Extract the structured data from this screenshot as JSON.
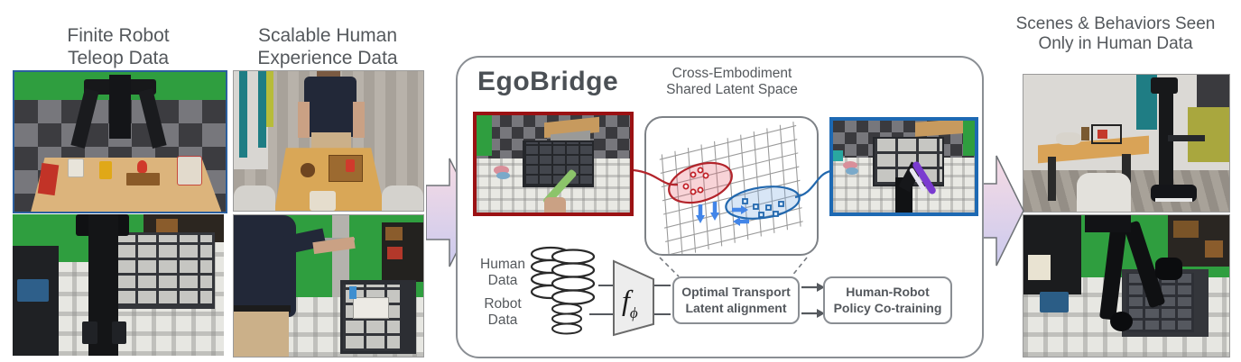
{
  "figure": {
    "left_col1_title": "Finite Robot\nTeleop Data",
    "left_col2_title": "Scalable Human\nExperience Data",
    "right_title": "Scenes & Behaviors Seen\nOnly in Human Data"
  },
  "panel": {
    "title": "EgoBridge",
    "latent_space_label": "Cross-Embodiment\nShared Latent Space",
    "human_data_label": "Human\nData",
    "robot_data_label": "Robot\nData",
    "encoder_symbol": "f",
    "encoder_subscript": "ϕ",
    "optimal_transport_label": "Optimal Transport\nLatent alignment",
    "cotraining_label": "Human-Robot\nPolicy Co-training"
  },
  "colors": {
    "human_frame_red": "#9b1113",
    "robot_frame_blue": "#1d69b3",
    "human_cluster_red": "#b3242b",
    "robot_cluster_blue": "#2268ae",
    "alignment_arrow_blue": "#4285e8",
    "green_screen": "#2f9e3f",
    "arrow_gradient_top": "#f6dbe4",
    "arrow_gradient_bottom": "#cbcaee",
    "text_gray": "#54585c"
  }
}
